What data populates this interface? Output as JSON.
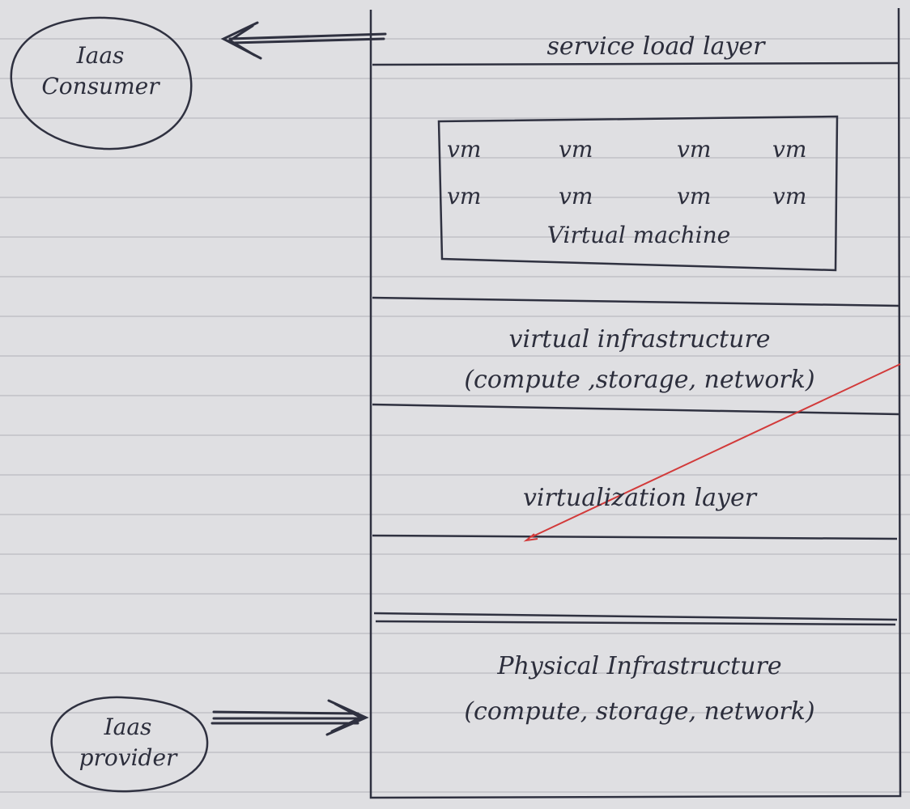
{
  "diagram": {
    "layers": [
      {
        "id": "service",
        "label": "service load layer"
      },
      {
        "id": "vm",
        "label": "Virtual machine"
      },
      {
        "id": "virtual-infra",
        "label": "virtual infrastructure",
        "sublabel": "(compute ,storage, network)"
      },
      {
        "id": "virtualization",
        "label": "virtualization layer"
      },
      {
        "id": "physical",
        "label": "Physical Infrastructure",
        "sublabel": "(compute, storage, network)"
      }
    ],
    "vm_row1": [
      "vm",
      "vm",
      "vm",
      "vm"
    ],
    "vm_row2": [
      "vm",
      "vm",
      "vm",
      "vm"
    ],
    "consumer": {
      "line1": "Iaas",
      "line2": "Consumer"
    },
    "provider": {
      "line1": "Iaas",
      "line2": "provider"
    },
    "colors": {
      "ink": "#2c2e3c",
      "red_pen": "#d23a3a",
      "paper": "#dfdfe2"
    }
  }
}
